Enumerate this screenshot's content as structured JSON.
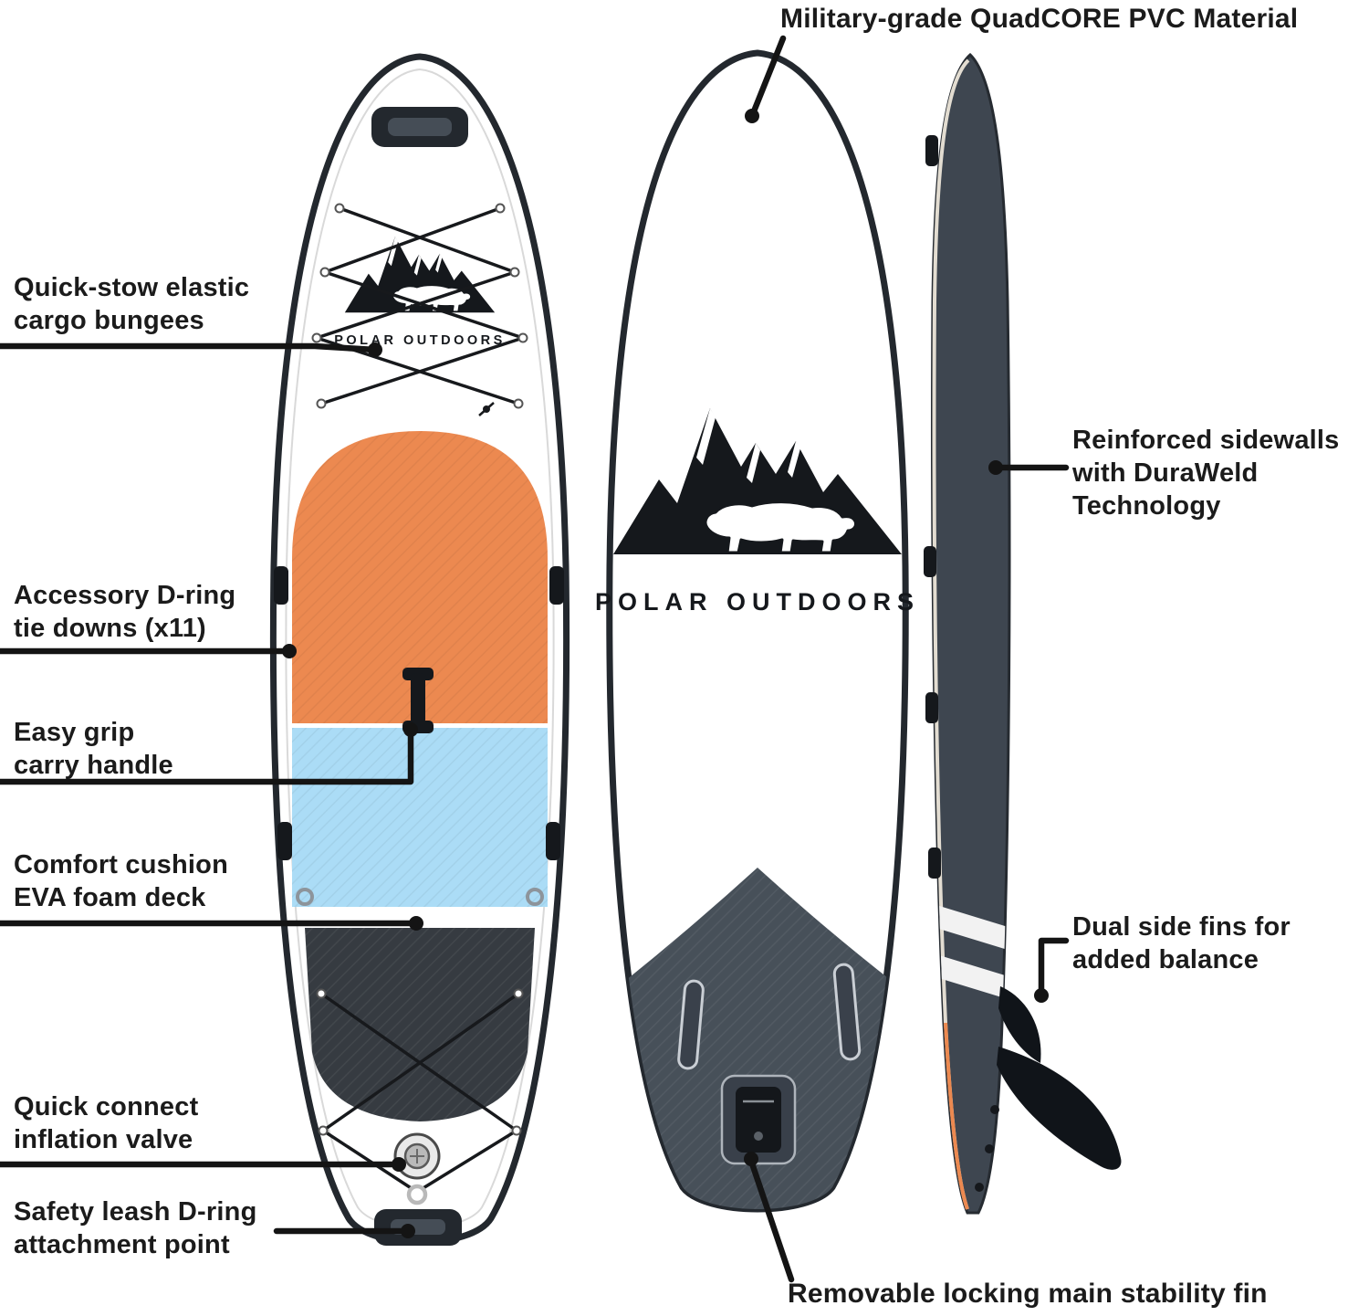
{
  "brand": {
    "logo_text": "POLAR OUTDOORS"
  },
  "callouts": {
    "top": "Military-grade QuadCORE PVC Material",
    "left": [
      "Quick-stow elastic\ncargo bungees",
      "Accessory D-ring\ntie downs (x11)",
      "Easy grip\ncarry handle",
      "Comfort cushion\nEVA foam deck",
      "Quick connect\ninflation valve",
      "Safety leash D-ring\nattachment point"
    ],
    "right": [
      "Reinforced sidewalls\nwith DuraWeld\nTechnology",
      "Dual side fins for\nadded balance"
    ],
    "bottom": "Removable locking main stability fin"
  },
  "colors": {
    "text": "#1b1b1b",
    "callout_line": "#141414",
    "board_outline": "#23282e",
    "deck_pad_orange": "#EC8950",
    "deck_pad_blue": "#ABDCF6",
    "deck_pad_dark": "#363b41",
    "tail_gray": "#475059",
    "side_body_gray": "#3E4650"
  }
}
